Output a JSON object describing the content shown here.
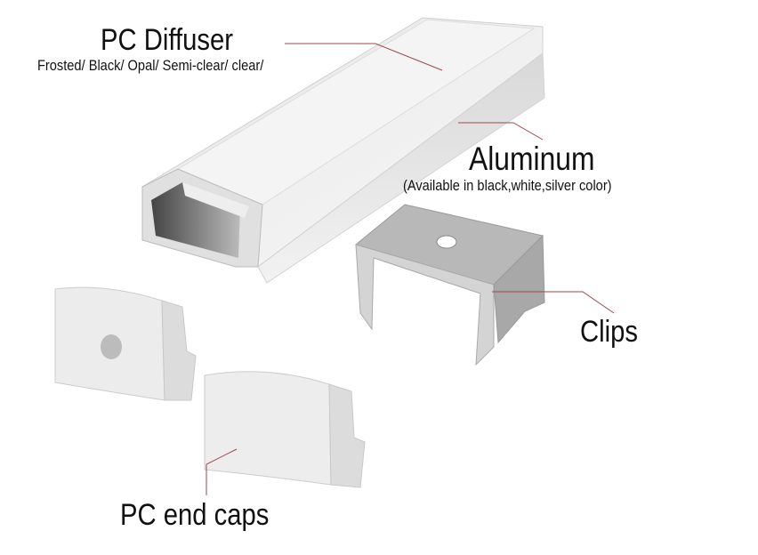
{
  "labels": {
    "diffuser_title": "PC  Diffuser",
    "diffuser_options": "Frosted/ Black/ Opal/ Semi-clear/ clear/",
    "aluminum_title": "Aluminum",
    "aluminum_note": "(Available in black,white,silver color)",
    "clips_title": "Clips",
    "endcaps_title": "PC end caps"
  },
  "colors": {
    "leader_line": "#9a4a4a"
  }
}
